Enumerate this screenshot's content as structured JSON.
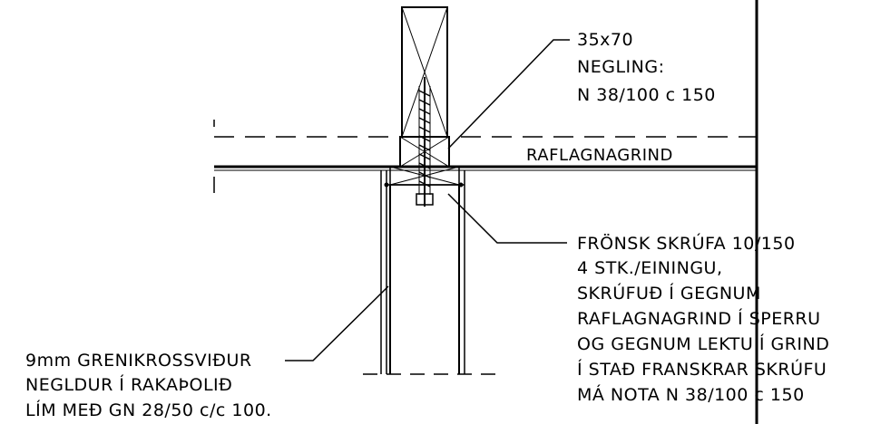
{
  "top_callout": {
    "lines": [
      "35x70",
      "NEGLING:",
      "N 38/100 c 150"
    ]
  },
  "raflagnagrind_label": "RAFLAGNAGRIND",
  "screw_callout": {
    "lines": [
      "FRÖNSK SKRÚFA 10/150",
      "4 STK./EININGU,",
      "SKRÚFUÐ Í GEGNUM",
      "RAFLAGNAGRIND Í SPERRU",
      "OG GEGNUM LEKTU Í GRIND",
      "Í STAÐ FRANSKRAR SKRÚFU",
      "MÁ NOTA N 38/100 c 150"
    ]
  },
  "plywood_callout": {
    "lines": [
      "9mm GRENIKROSSVIÐUR",
      "NEGLDUR Í RAKAÞOLIÐ",
      "LÍM MEÐ GN 28/50 c/c 100."
    ]
  }
}
